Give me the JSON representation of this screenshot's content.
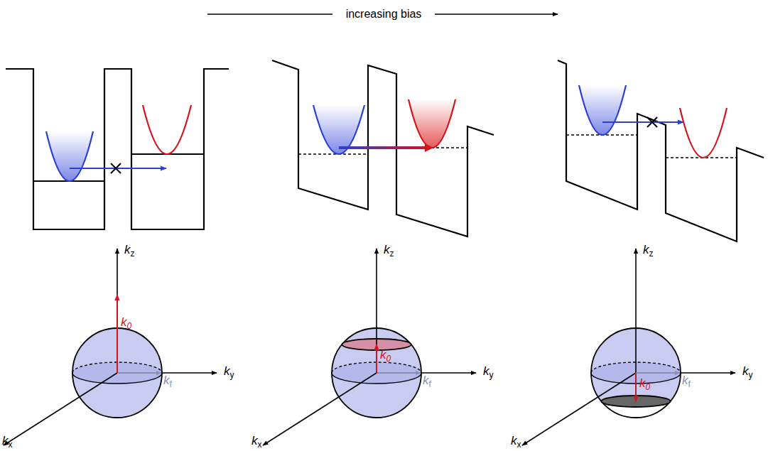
{
  "diagram": {
    "labels": [
      "increasing bias",
      "kz",
      "k0",
      "kf",
      "ky",
      "kx",
      "kz",
      "k0",
      "kf",
      "ky",
      "kx",
      "kz",
      "k0",
      "kf",
      "ky",
      "kx"
    ]
  }
}
